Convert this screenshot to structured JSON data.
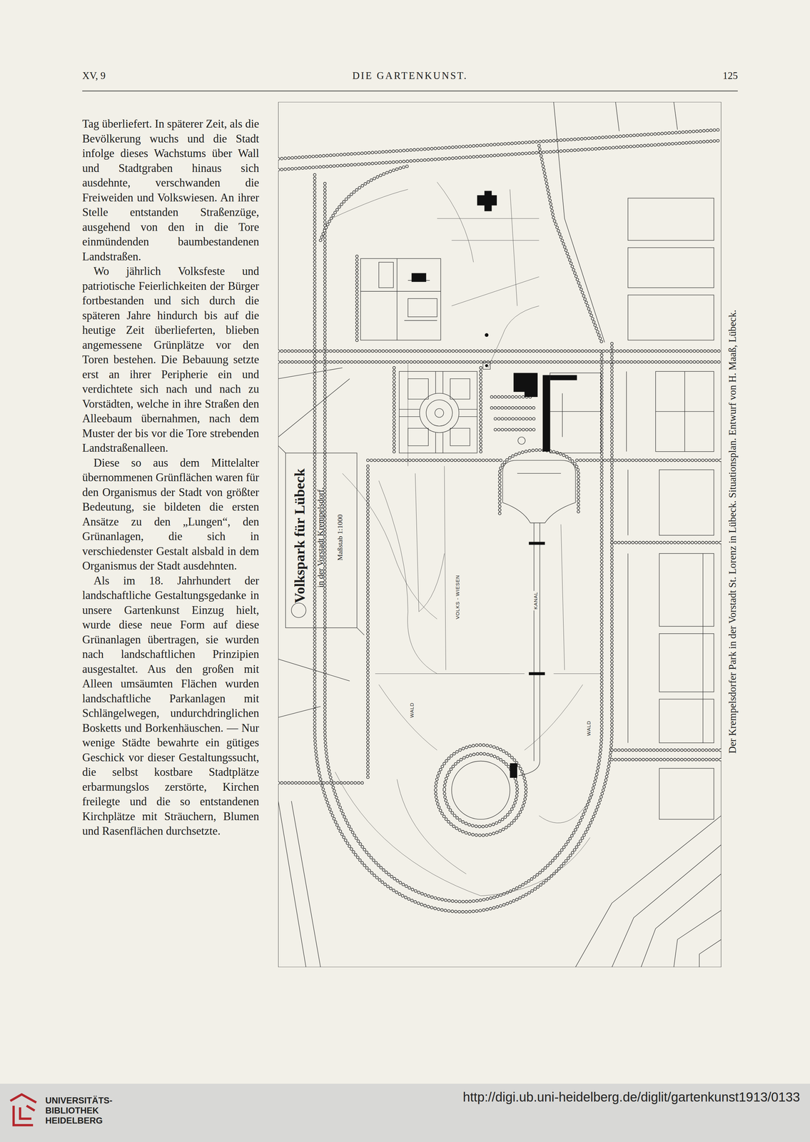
{
  "diagram": {
    "title": "DIE GARTENKUNST.",
    "caption": "Der Krempelsdorfer Park in der Vorstadt St. Lorenz in Lübeck. Situationsplan. Entwurf von H. Maaß, Lübeck.",
    "labels": [
      "XV, 9",
      "125",
      "Tag überliefert. In späterer Zeit, als die Bevölkerung wuchs und die Stadt infolge dieses Wachstums über Wall und Stadtgraben hinaus sich ausdehnte, verschwanden die Freiweiden und Volkswiesen. An ihrer Stelle entstanden Straßenzüge, ausgehend von den in die Tore einmündenden baumbestandenen Landstraßen.",
      "Wo jährlich Volksfeste und patriotische Feierlichkeiten der Bürger fortbestanden und sich durch die späteren Jahre hindurch bis auf die heutige Zeit überlieferten, blieben angemessene Grünplätze vor den Toren bestehen. Die Bebauung setzte erst an ihrer Peripherie ein und verdichtete sich nach und nach zu Vorstädten, welche in ihre Straßen den Alleebaum übernahmen, nach dem Muster der bis vor die Tore strebenden Landstraßenalleen.",
      "Diese so aus dem Mittelalter übernommenen Grünflächen waren für den Organismus der Stadt von größter Bedeutung, sie bildeten die ersten Ansätze zu den „Lungen“, den Grünanlagen, die sich in verschiedenster Gestalt alsbald in dem Organismus der Stadt ausdehnten.",
      "Als im 18. Jahrhundert der landschaftliche Gestaltungsgedanke in unsere Gartenkunst Einzug hielt, wurde diese neue Form auf diese Grünanlagen übertragen, sie wurden nach landschaftlichen Prinzipien ausgestaltet. Aus den großen mit Alleen umsäumten Flächen wurden landschaftliche Parkanlagen mit Schlängelwegen, undurchdringlichen Bosketts und Borkenhäuschen. — Nur wenige Städte bewahrte ein gütiges Geschick vor dieser Gestaltungssucht, die selbst kostbare Stadtplätze erbarmungslos zerstörte, Kirchen freilegte und die so entstandenen Kirchplätze mit Sträuchern, Blumen und Rasenflächen durchsetzte.",
      "Volkspark für Lübeck",
      "in der Vorstadt Krempelsdorf.",
      "Maßstab 1:1000",
      "VOLKS - WIESEN",
      "KANAL",
      "WALD",
      "WALD",
      "UNIVERSITÄTS- BIBLIOTHEK HEIDELBERG",
      "http://digi.ub.uni-heidelberg.de/diglit/gartenkunst1913/0133"
    ]
  }
}
